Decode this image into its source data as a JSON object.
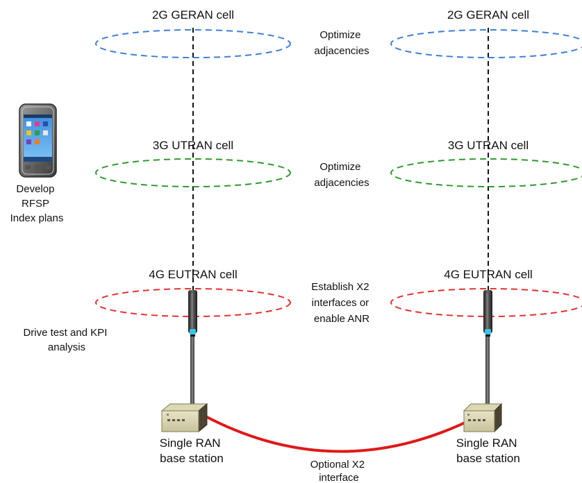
{
  "cells": {
    "geran": {
      "label": "2G GERAN cell",
      "color": "#3a7fd9"
    },
    "utran": {
      "label": "3G UTRAN cell",
      "color": "#2d9a2d"
    },
    "eutran": {
      "label": "4G EUTRAN cell",
      "color": "#e53030"
    }
  },
  "center_notes": {
    "geran": [
      "Optimize",
      "adjacencies"
    ],
    "utran": [
      "Optimize",
      "adjacencies"
    ],
    "eutran": [
      "Establish X2",
      "interfaces or",
      "enable ANR"
    ]
  },
  "left_notes": {
    "phone_icon": "smartphone-icon",
    "rfsp": [
      "Develop",
      "RFSP",
      "Index plans"
    ],
    "drive_test": [
      "Drive test and KPI",
      "analysis"
    ]
  },
  "base_station": {
    "icon": "base-station-icon",
    "label": [
      "Single RAN",
      "base station"
    ]
  },
  "link": {
    "label": [
      "Optional X2",
      "interface"
    ],
    "color": "#e01818"
  }
}
